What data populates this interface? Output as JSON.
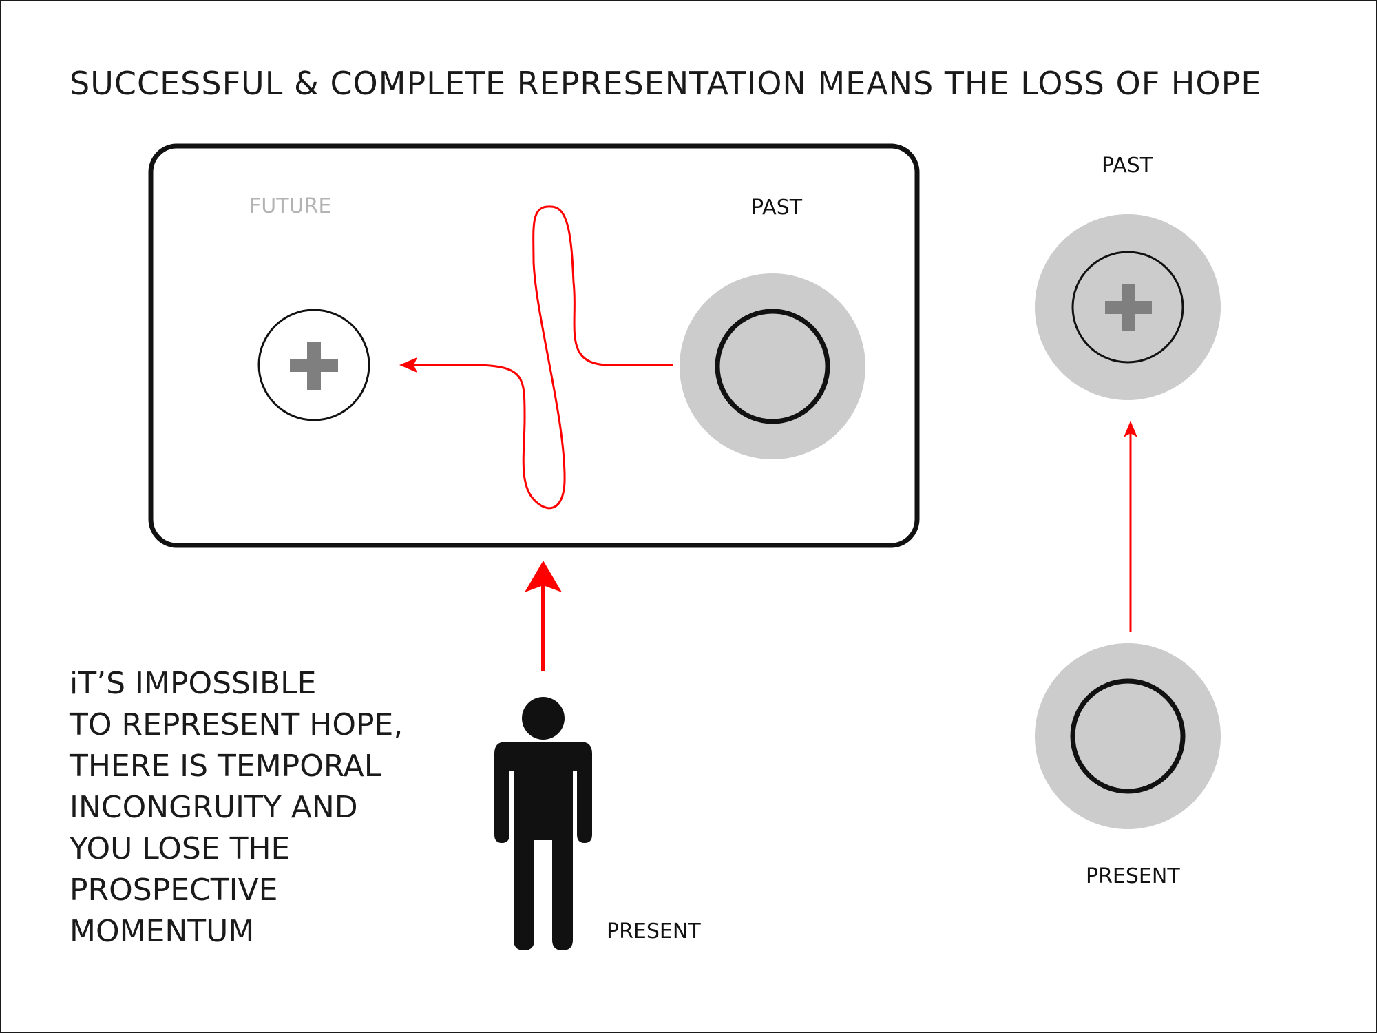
{
  "title": "SUCCESSFUL & COMPLETE REPRESENTATION MEANS THE LOSS OF HOPE",
  "labels": {
    "future": "FUTURE",
    "past_in_box": "PAST",
    "past_right": "PAST",
    "present_person": "PRESENT",
    "present_right": "PRESENT"
  },
  "statement_lines": [
    "iT’S IMPOSSIBLE",
    "TO REPRESENT HOPE,",
    "THERE IS TEMPORAL",
    "INCONGRUITY AND",
    "YOU LOSE THE",
    "PROSPECTIVE",
    "MOMENTUM"
  ],
  "colors": {
    "ink": "#111111",
    "accent_red": "#ff0000",
    "halo_gray": "#cccccc",
    "cross_gray": "#7f7f7f",
    "future_label_gray": "#b3b3b3"
  },
  "icons": {
    "future_node": "plus-circle-icon",
    "past_node": "ring-in-halo-icon",
    "person": "person-icon"
  }
}
